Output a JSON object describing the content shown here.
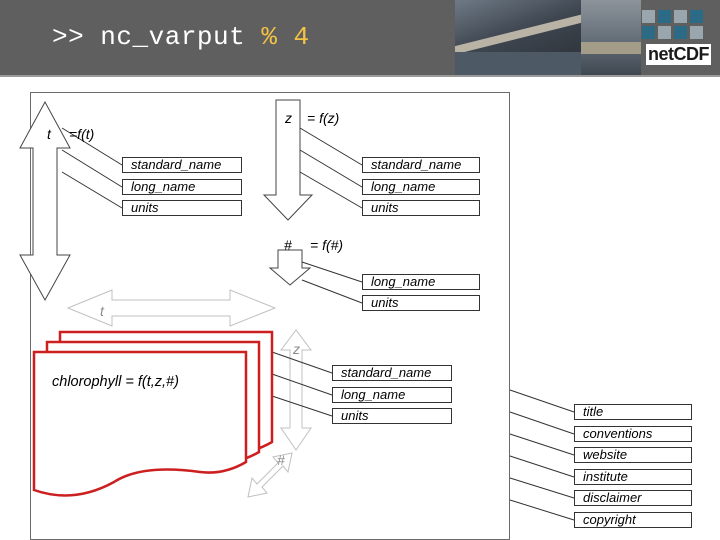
{
  "header": {
    "title": ">> nc_varput ",
    "title_accent": "% 4",
    "logo_text": "netCDF"
  },
  "dimensions": {
    "time_label": "t",
    "time_eq": "=f(t)",
    "z_label": "z",
    "z_eq": "= f(z)",
    "hash_label": "#",
    "hash_eq": "= f(#)",
    "t_faded": "t",
    "z_faded": "z",
    "hash_faded": "#"
  },
  "variable": {
    "label": "chlorophyll = f(t,z,#)"
  },
  "time_attrs": [
    "standard_name",
    "long_name",
    "units"
  ],
  "z_attrs": [
    "standard_name",
    "long_name",
    "units"
  ],
  "hash_attrs": [
    "long_name",
    "units"
  ],
  "var_attrs": [
    "standard_name",
    "long_name",
    "units"
  ],
  "global_attrs": [
    "title",
    "conventions",
    "website",
    "institute",
    "disclaimer",
    "copyright"
  ],
  "colors": {
    "header_bg": "#5f5f5f",
    "accent": "#f3c244",
    "page_red": "#cc1f1f",
    "logo_blue": "#2b6b86",
    "logo_gray": "#9aa6ad"
  }
}
